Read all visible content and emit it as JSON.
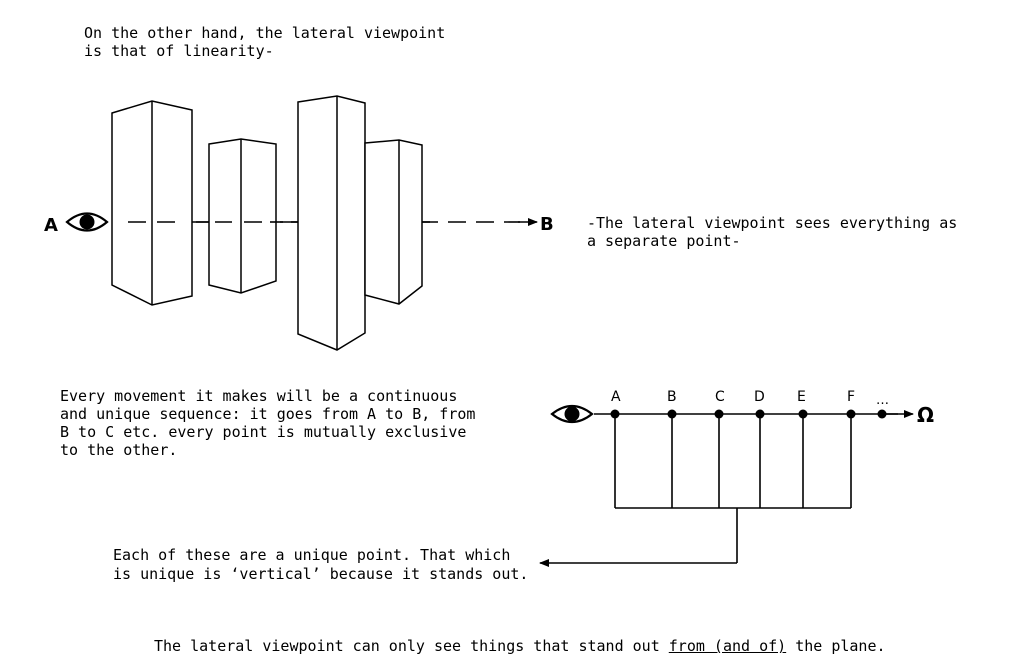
{
  "intro": {
    "line1": "On the other hand, the lateral viewpoint",
    "line2": "is that of linearity-"
  },
  "top_diagram": {
    "start_label": "A",
    "end_label": "B",
    "eye_icon": "eye-icon",
    "caption_line1": "-The lateral viewpoint sees everything as",
    "caption_line2": "a separate point-"
  },
  "movement_text": {
    "line1": "Every movement it makes will be a continuous",
    "line2": "and unique sequence: it goes from A to B, from",
    "line3": "B to C etc. every point is mutually exclusive",
    "line4": "to the other."
  },
  "sequence_diagram": {
    "eye_icon": "eye-icon",
    "points": [
      "A",
      "B",
      "C",
      "D",
      "E",
      "F"
    ],
    "ellipsis": "…",
    "end_label": "Ω"
  },
  "unique_text": {
    "line1": "Each of these are a unique point. That which",
    "line2": "is unique is ‘vertical’ because it stands out."
  },
  "footer": {
    "before": "The lateral viewpoint can only see things that stand out ",
    "underlined": "from (and of)",
    "after": " the plane."
  }
}
